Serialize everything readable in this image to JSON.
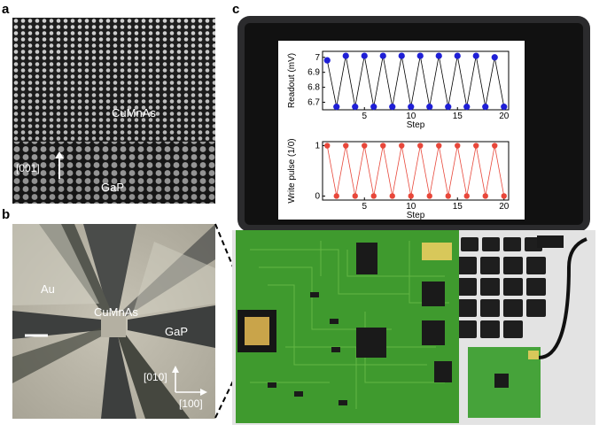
{
  "panels": {
    "a": {
      "label": "a",
      "material_top": "CuMnAs",
      "material_bottom": "GaP",
      "direction": "[001]"
    },
    "b": {
      "label": "b",
      "electrode": "Au",
      "material_center": "CuMnAs",
      "material_right": "GaP",
      "direction_up": "[010]",
      "direction_right": "[100]"
    },
    "c": {
      "label": "c"
    }
  },
  "chart_data": [
    {
      "type": "line",
      "x": [
        1,
        2,
        3,
        4,
        5,
        6,
        7,
        8,
        9,
        10,
        11,
        12,
        13,
        14,
        15,
        16,
        17,
        18,
        19,
        20
      ],
      "values": [
        6.98,
        6.67,
        7.01,
        6.67,
        7.01,
        6.67,
        7.01,
        6.67,
        7.01,
        6.67,
        7.01,
        6.67,
        7.01,
        6.67,
        7.01,
        6.67,
        7.01,
        6.67,
        7.0,
        6.67
      ],
      "xlabel": "Step",
      "ylabel": "Readout (mV)",
      "xticks": [
        5,
        10,
        15,
        20
      ],
      "yticks": [
        6.7,
        6.8,
        6.9,
        7
      ],
      "xlim": [
        0.5,
        20.5
      ],
      "ylim": [
        6.65,
        7.04
      ],
      "marker_color": "#1f1fd6",
      "line_color": "#000000"
    },
    {
      "type": "line",
      "x": [
        1,
        2,
        3,
        4,
        5,
        6,
        7,
        8,
        9,
        10,
        11,
        12,
        13,
        14,
        15,
        16,
        17,
        18,
        19,
        20
      ],
      "values": [
        1,
        0,
        1,
        0,
        1,
        0,
        1,
        0,
        1,
        0,
        1,
        0,
        1,
        0,
        1,
        0,
        1,
        0,
        1,
        0
      ],
      "xlabel": "Step",
      "ylabel": "Write pulse (1/0)",
      "xticks": [
        5,
        10,
        15,
        20
      ],
      "yticks": [
        0,
        1
      ],
      "xlim": [
        0.5,
        20.5
      ],
      "ylim": [
        -0.08,
        1.08
      ],
      "marker_color": "#e8473a",
      "line_color": "#e8473a"
    }
  ]
}
